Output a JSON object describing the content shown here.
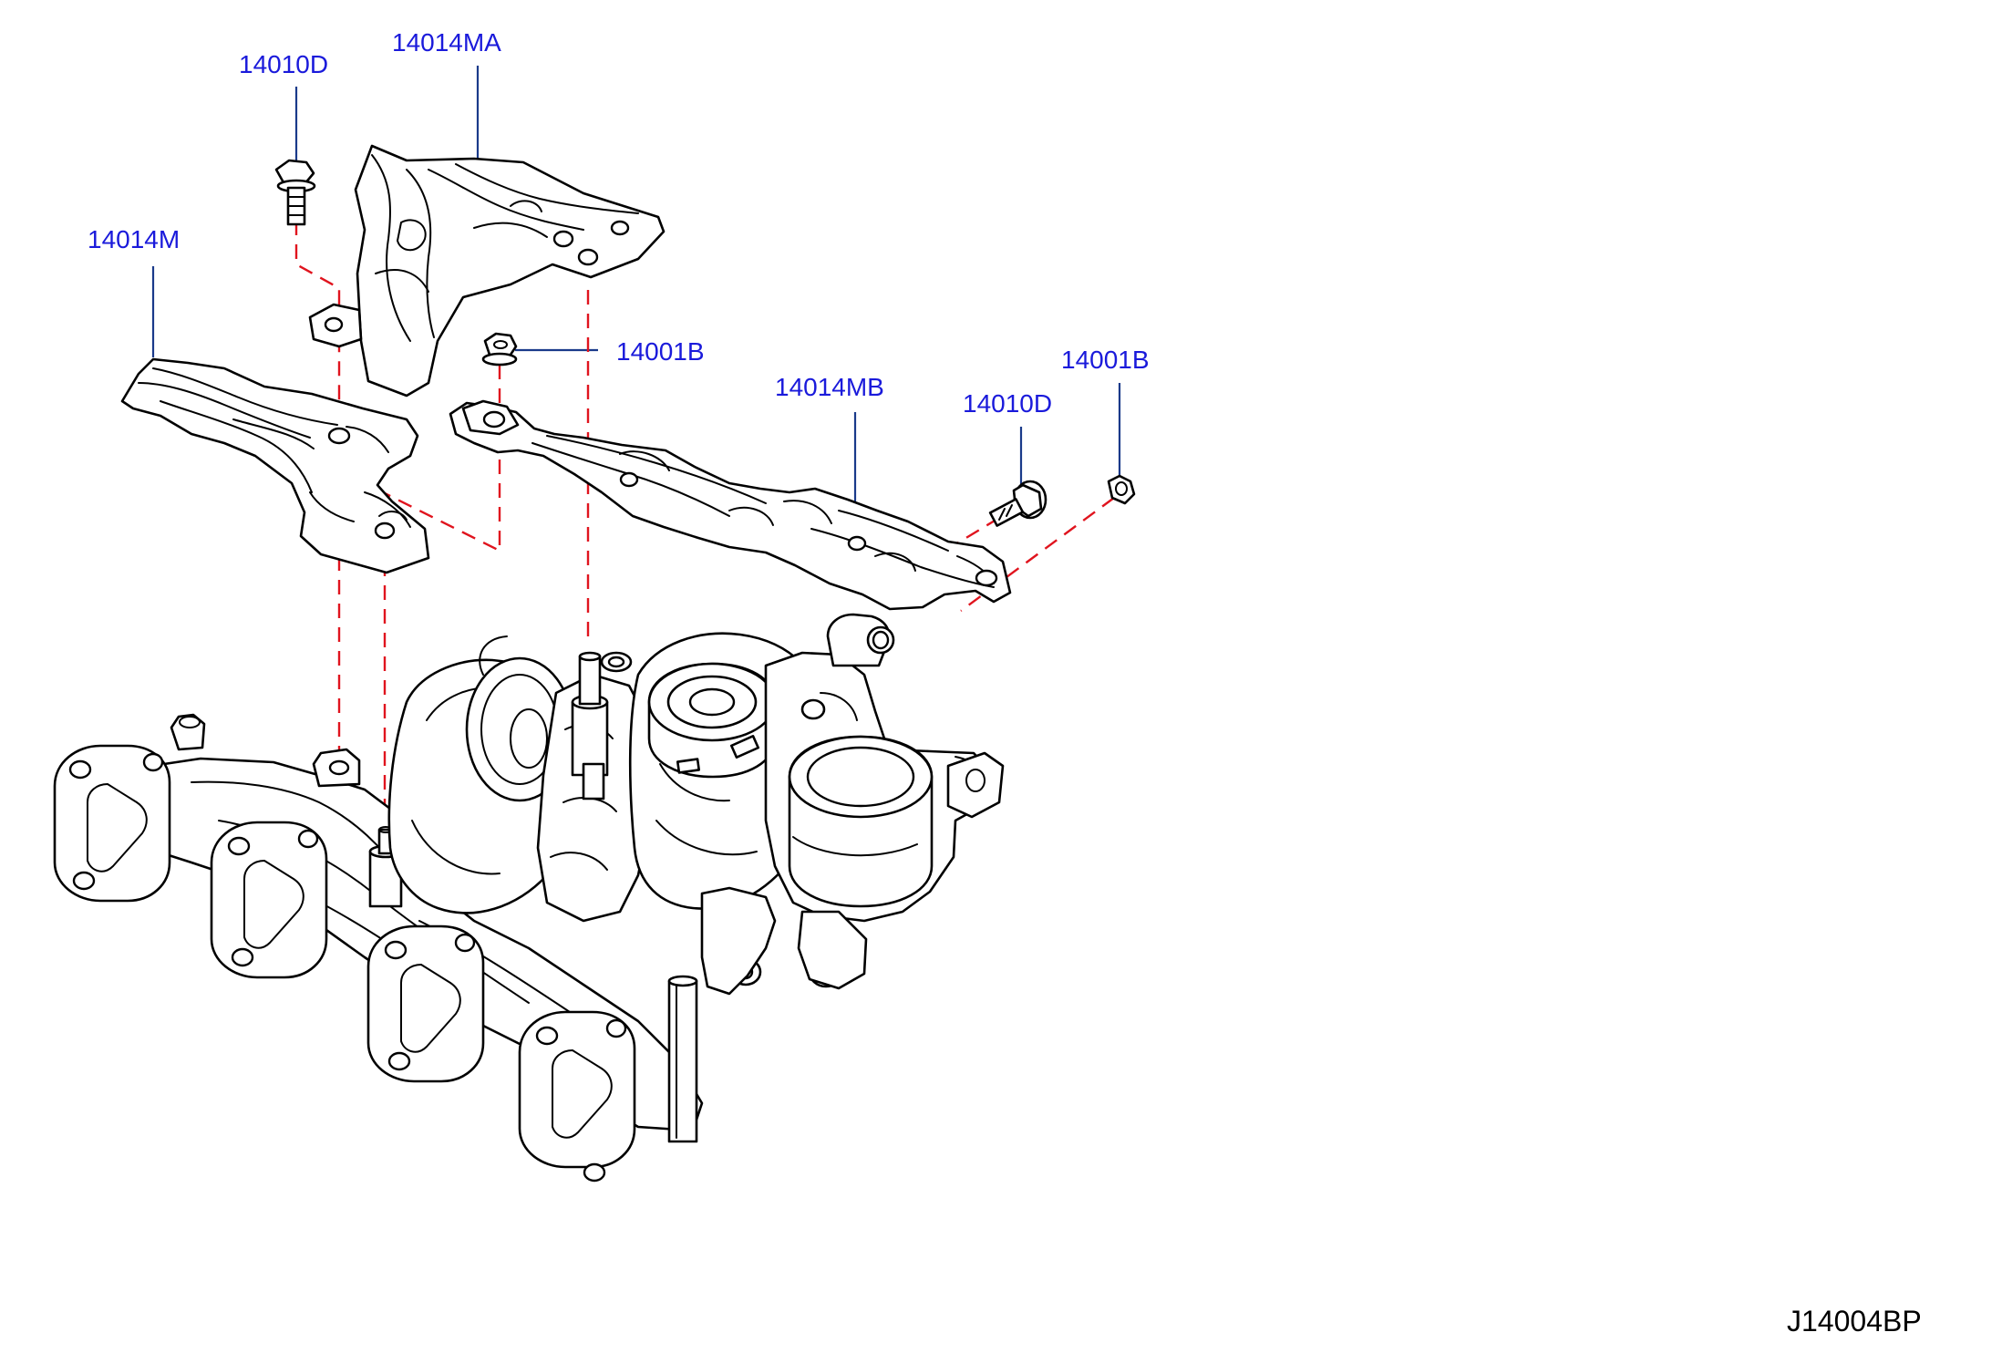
{
  "diagram": {
    "labels": {
      "bolt_top": "14010D",
      "shield_top": "14014MA",
      "shield_left": "14014M",
      "nut_center": "14001B",
      "shield_right": "14014MB",
      "bolt_right": "14010D",
      "nut_right": "14001B"
    },
    "reference_code": "J14004BP",
    "colors": {
      "label_text": "#1a1adb",
      "leader_line": "#1a3a8a",
      "dashed_guide": "#e0141e",
      "outline": "#000000",
      "background": "#ffffff"
    }
  }
}
